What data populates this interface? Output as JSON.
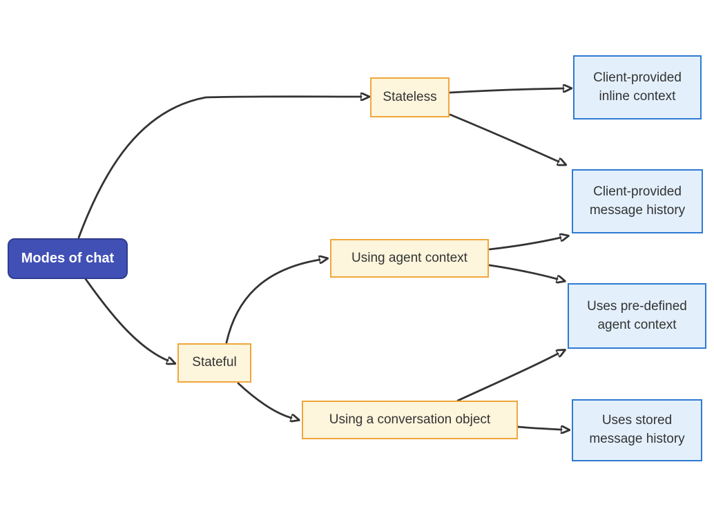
{
  "diagram": {
    "nodes": {
      "root": {
        "label": "Modes of chat"
      },
      "stateless": {
        "label": "Stateless"
      },
      "stateful": {
        "label": "Stateful"
      },
      "using_agent_context": {
        "label": "Using agent context"
      },
      "using_conversation_object": {
        "label": "Using a conversation object"
      },
      "client_inline_context": {
        "label": "Client-provided inline context"
      },
      "client_message_history": {
        "label": "Client-provided message history"
      },
      "predefined_agent_context": {
        "label": "Uses pre-defined agent context"
      },
      "stored_message_history": {
        "label": "Uses stored message history"
      }
    },
    "edges": [
      {
        "from": "root",
        "to": "stateless"
      },
      {
        "from": "root",
        "to": "stateful"
      },
      {
        "from": "stateless",
        "to": "client_inline_context"
      },
      {
        "from": "stateless",
        "to": "client_message_history"
      },
      {
        "from": "stateful",
        "to": "using_agent_context"
      },
      {
        "from": "stateful",
        "to": "using_conversation_object"
      },
      {
        "from": "using_agent_context",
        "to": "client_message_history"
      },
      {
        "from": "using_agent_context",
        "to": "predefined_agent_context"
      },
      {
        "from": "using_conversation_object",
        "to": "predefined_agent_context"
      },
      {
        "from": "using_conversation_object",
        "to": "stored_message_history"
      }
    ],
    "colors": {
      "background": "#ffffff",
      "root_fill": "#4150b5",
      "root_border": "#303c8f",
      "root_text": "#ffffff",
      "branch_fill": "#fdf5dc",
      "branch_border": "#f0a63a",
      "leaf_fill": "#e3f0fc",
      "leaf_border": "#2e7ad2",
      "node_text": "#333333",
      "edge_stroke": "#333333"
    }
  }
}
